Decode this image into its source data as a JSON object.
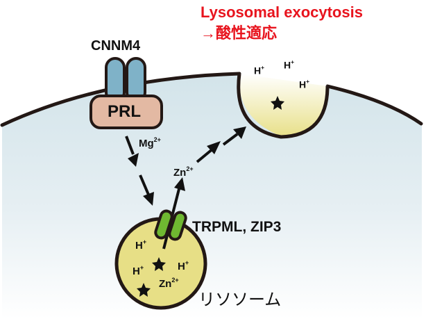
{
  "title": {
    "line1": "Lysosomal exocytosis",
    "line2": "→酸性適応",
    "color": "#e8141e"
  },
  "channel": {
    "name": "CNNM4",
    "partner": "PRL",
    "ion": "Mg",
    "ion_charge": "2+"
  },
  "lysosome_channel": {
    "name": "TRPML, ZIP3",
    "released_ion": "Zn",
    "released_charge": "2+"
  },
  "lysosome": {
    "label": "リソソーム",
    "contents": [
      {
        "ion": "H",
        "charge": "+"
      },
      {
        "ion": "H",
        "charge": "+"
      },
      {
        "ion": "H",
        "charge": "+"
      },
      {
        "ion": "Zn",
        "charge": "2+"
      }
    ]
  },
  "exocytic_vesicle": {
    "contents": [
      {
        "ion": "H",
        "charge": "+"
      },
      {
        "ion": "H",
        "charge": "+"
      },
      {
        "ion": "H",
        "charge": "+"
      }
    ]
  },
  "colors": {
    "cell_fill_top": "#d3e4ea",
    "cell_fill_bottom": "#ffffff",
    "cnnm4": "#7fb2c8",
    "prl": "#e3b9a3",
    "lysosome": "#e7df86",
    "channel_green": "#6fb831"
  }
}
